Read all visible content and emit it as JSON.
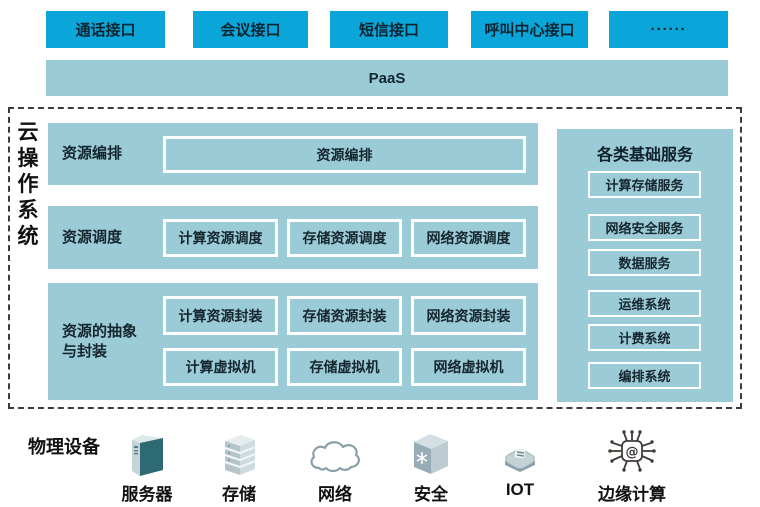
{
  "colors": {
    "accent_blue": "#0ba6d9",
    "panel_blue": "#9ccbd8",
    "text_dark": "#15262e",
    "frame_dash": "#3c3c3c"
  },
  "top_api": {
    "buttons": [
      "通话接口",
      "会议接口",
      "短信接口",
      "呼叫中心接口",
      "······"
    ]
  },
  "paas": {
    "label": "PaaS"
  },
  "cloud_os": {
    "title": "云操作系统",
    "orchestration": {
      "label": "资源编排",
      "box": "资源编排"
    },
    "scheduling": {
      "label": "资源调度",
      "boxes": [
        "计算资源调度",
        "存储资源调度",
        "网络资源调度"
      ]
    },
    "abstraction": {
      "label": "资源的抽象与封装",
      "boxes_top": [
        "计算资源封装",
        "存储资源封装",
        "网络资源封装"
      ],
      "boxes_bottom": [
        "计算虚拟机",
        "存储虚拟机",
        "网络虚拟机"
      ]
    },
    "services": {
      "header": "各类基础服务",
      "items": [
        "计算存储服务",
        "网络安全服务",
        "数据服务",
        "运维系统",
        "计费系统",
        "编排系统"
      ]
    }
  },
  "physical": {
    "label": "物理设备",
    "devices": [
      {
        "name": "服务器",
        "icon": "server-icon"
      },
      {
        "name": "存储",
        "icon": "storage-icon"
      },
      {
        "name": "网络",
        "icon": "network-cloud-icon"
      },
      {
        "name": "安全",
        "icon": "security-icon"
      },
      {
        "name": "IOT",
        "icon": "iot-icon"
      },
      {
        "name": "边缘计算",
        "icon": "edge-computing-icon"
      }
    ]
  }
}
